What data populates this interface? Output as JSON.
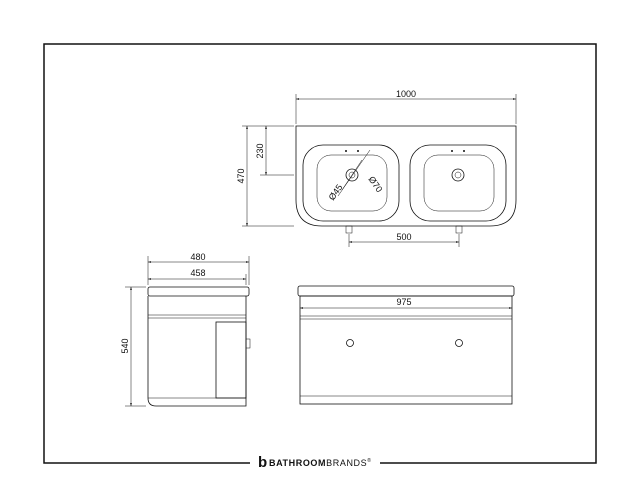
{
  "dimensions": {
    "top_width": "1000",
    "top_depth": "470",
    "basin_offset": "230",
    "waste_diameter": "Ø70",
    "tap_hole_diameter": "Ø45",
    "tap_spacing": "500",
    "side_depth_outer": "480",
    "side_depth_inner": "458",
    "height": "540",
    "front_width": "975"
  },
  "brand": {
    "name_bold": "BATHROOM",
    "name_light": "BRANDS",
    "trademark": "®",
    "logo_letter": "b"
  }
}
